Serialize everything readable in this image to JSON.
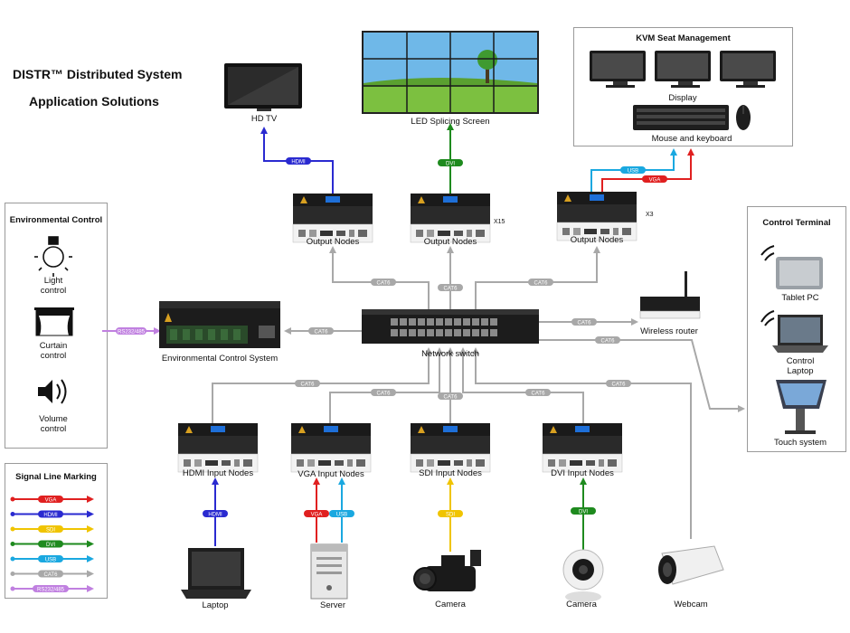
{
  "header": {
    "title": "DISTR™ Distributed System",
    "subtitle": "Application  Solutions"
  },
  "displays": {
    "hdtv": "HD TV",
    "led": "LED Splicing Screen"
  },
  "kvm": {
    "title": "KVM Seat Management",
    "display_label": "Display",
    "mouse_keyboard_label": "Mouse and keyboard"
  },
  "output_nodes": [
    {
      "label": "Output Nodes",
      "multiplier": ""
    },
    {
      "label": "Output Nodes",
      "multiplier": "X15"
    },
    {
      "label": "Output Nodes",
      "multiplier": "X3"
    }
  ],
  "switch_label": "Network switch",
  "wireless_label": "Wireless router",
  "env_system_label": "Environmental Control System",
  "env_panel": {
    "title": "Environmental Control",
    "items": [
      {
        "label": "Light\ncontrol"
      },
      {
        "label": "Curtain\ncontrol"
      },
      {
        "label": "Volume\ncontrol"
      }
    ]
  },
  "control_terminal": {
    "title": "Control Terminal",
    "items": [
      {
        "label": "Tablet PC"
      },
      {
        "label": "Control\nLaptop"
      },
      {
        "label": "Touch system"
      }
    ]
  },
  "input_nodes": [
    {
      "label": "HDMI Input Nodes"
    },
    {
      "label": "VGA Input Nodes"
    },
    {
      "label": "SDI Input Nodes"
    },
    {
      "label": "DVI Input Nodes"
    }
  ],
  "sources": [
    {
      "label": "Laptop"
    },
    {
      "label": "Server"
    },
    {
      "label": "Camera"
    },
    {
      "label": "Camera"
    },
    {
      "label": "Webcam"
    }
  ],
  "link_tags": {
    "hdmi": "HDMI",
    "dvi": "DVI",
    "usb": "USB",
    "vga": "VGA",
    "sdi": "SDI",
    "cat": "CAT6",
    "rs": "RS232/485"
  },
  "legend": {
    "title": "Signal Line Marking",
    "items": [
      {
        "label": "VGA",
        "color": "#e02020"
      },
      {
        "label": "HDMI",
        "color": "#2a2ad0"
      },
      {
        "label": "SDI",
        "color": "#f0c400"
      },
      {
        "label": "DVI",
        "color": "#1e8a1e"
      },
      {
        "label": "USB",
        "color": "#1aa8e0"
      },
      {
        "label": "CAT6",
        "color": "#a8a8a8"
      },
      {
        "label": "RS232/485",
        "color": "#c080e0"
      }
    ]
  },
  "colors": {
    "vga": "#e02020",
    "hdmi": "#2a2ad0",
    "sdi": "#f0c400",
    "dvi": "#1e8a1e",
    "usb": "#1aa8e0",
    "cat": "#a8a8a8",
    "rs": "#c080e0"
  }
}
